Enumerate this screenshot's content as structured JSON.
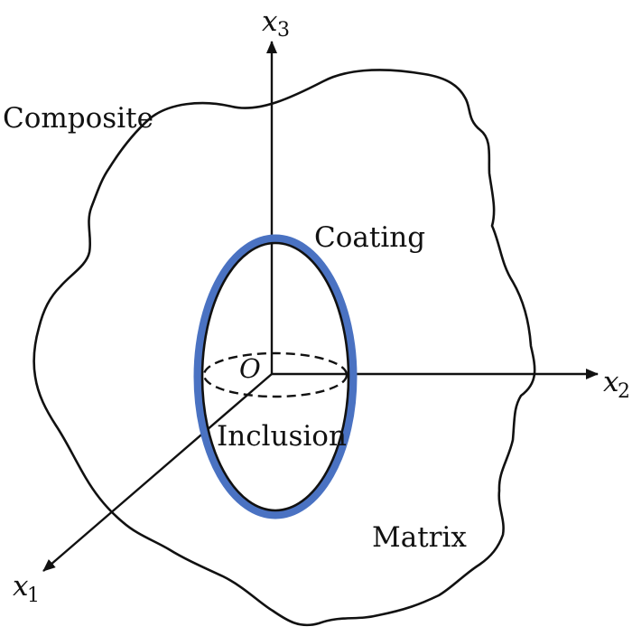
{
  "diagram": {
    "labels": {
      "composite": "Composite",
      "coating": "Coating",
      "inclusion": "Inclusion",
      "matrix": "Matrix",
      "origin": "O"
    },
    "axes": {
      "x1": {
        "main": "x",
        "sub": "1"
      },
      "x2": {
        "main": "x",
        "sub": "2"
      },
      "x3": {
        "main": "x",
        "sub": "3"
      }
    },
    "colors": {
      "coating": "#4a72c2",
      "stroke": "#111111"
    }
  }
}
